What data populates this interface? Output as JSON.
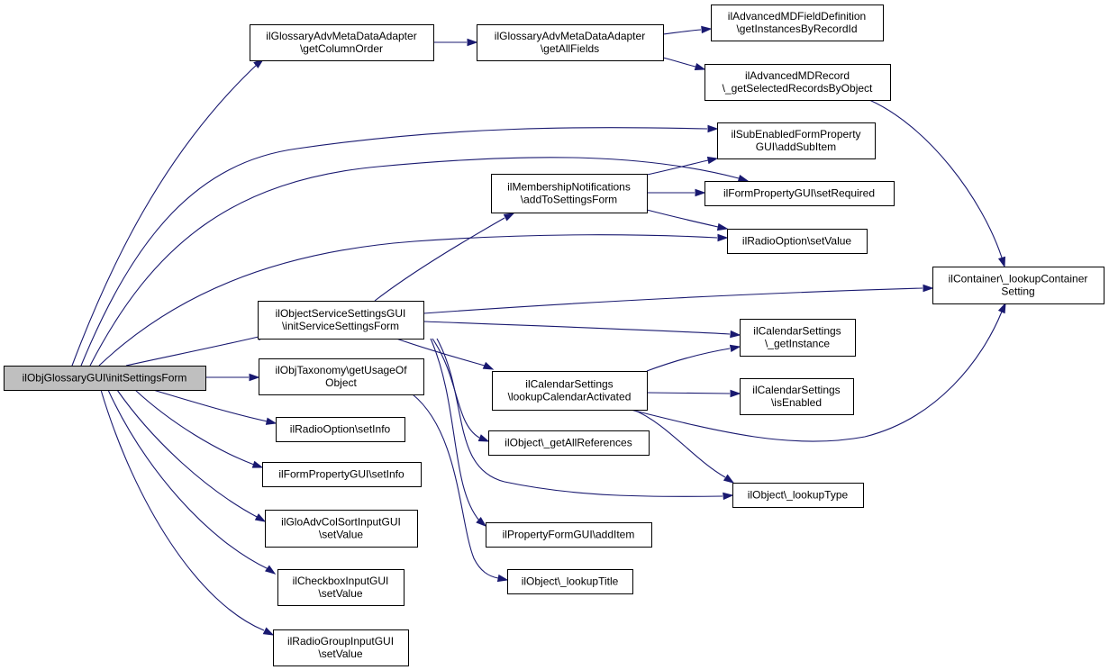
{
  "diagram": {
    "type": "call-graph",
    "nodes": [
      {
        "id": "root",
        "lines": [
          "ilObjGlossaryGUI\\initSettingsForm"
        ],
        "highlighted": true
      },
      {
        "id": "getColumnOrder",
        "lines": [
          "ilGlossaryAdvMetaDataAdapter",
          "\\getColumnOrder"
        ]
      },
      {
        "id": "getAllFields",
        "lines": [
          "ilGlossaryAdvMetaDataAdapter",
          "\\getAllFields"
        ]
      },
      {
        "id": "getInstancesByRecordId",
        "lines": [
          "ilAdvancedMDFieldDefinition",
          "\\getInstancesByRecordId"
        ]
      },
      {
        "id": "getSelectedRecordsByObject",
        "lines": [
          "ilAdvancedMDRecord",
          "\\_getSelectedRecordsByObject"
        ]
      },
      {
        "id": "addSubItem",
        "lines": [
          "ilSubEnabledFormProperty",
          "GUI\\addSubItem"
        ]
      },
      {
        "id": "addToSettingsForm",
        "lines": [
          "ilMembershipNotifications",
          "\\addToSettingsForm"
        ]
      },
      {
        "id": "setRequired",
        "lines": [
          "ilFormPropertyGUI\\setRequired"
        ]
      },
      {
        "id": "radioSetValue",
        "lines": [
          "ilRadioOption\\setValue"
        ]
      },
      {
        "id": "lookupContainerSetting",
        "lines": [
          "ilContainer\\_lookupContainer",
          "Setting"
        ]
      },
      {
        "id": "initServiceSettingsForm",
        "lines": [
          "ilObjectServiceSettingsGUI",
          "\\initServiceSettingsForm"
        ]
      },
      {
        "id": "calGetInstance",
        "lines": [
          "ilCalendarSettings",
          "\\_getInstance"
        ]
      },
      {
        "id": "getUsageOfObject",
        "lines": [
          "ilObjTaxonomy\\getUsageOf",
          "Object"
        ]
      },
      {
        "id": "lookupCalendarActivated",
        "lines": [
          "ilCalendarSettings",
          "\\lookupCalendarActivated"
        ]
      },
      {
        "id": "calIsEnabled",
        "lines": [
          "ilCalendarSettings",
          "\\isEnabled"
        ]
      },
      {
        "id": "radioSetInfo",
        "lines": [
          "ilRadioOption\\setInfo"
        ]
      },
      {
        "id": "getAllReferences",
        "lines": [
          "ilObject\\_getAllReferences"
        ]
      },
      {
        "id": "formSetInfo",
        "lines": [
          "ilFormPropertyGUI\\setInfo"
        ]
      },
      {
        "id": "lookupType",
        "lines": [
          "ilObject\\_lookupType"
        ]
      },
      {
        "id": "colSortSetValue",
        "lines": [
          "ilGloAdvColSortInputGUI",
          "\\setValue"
        ]
      },
      {
        "id": "addItem",
        "lines": [
          "ilPropertyFormGUI\\addItem"
        ]
      },
      {
        "id": "lookupTitle",
        "lines": [
          "ilObject\\_lookupTitle"
        ]
      },
      {
        "id": "checkboxSetValue",
        "lines": [
          "ilCheckboxInputGUI",
          "\\setValue"
        ]
      },
      {
        "id": "radioGroupSetValue",
        "lines": [
          "ilRadioGroupInputGUI",
          "\\setValue"
        ]
      }
    ],
    "edges": [
      {
        "from": "root",
        "to": "getColumnOrder"
      },
      {
        "from": "root",
        "to": "addSubItem"
      },
      {
        "from": "root",
        "to": "setRequired"
      },
      {
        "from": "root",
        "to": "radioSetValue"
      },
      {
        "from": "root",
        "to": "initServiceSettingsForm"
      },
      {
        "from": "root",
        "to": "getUsageOfObject"
      },
      {
        "from": "root",
        "to": "radioSetInfo"
      },
      {
        "from": "root",
        "to": "formSetInfo"
      },
      {
        "from": "root",
        "to": "colSortSetValue"
      },
      {
        "from": "root",
        "to": "checkboxSetValue"
      },
      {
        "from": "root",
        "to": "radioGroupSetValue"
      },
      {
        "from": "getColumnOrder",
        "to": "getAllFields"
      },
      {
        "from": "getAllFields",
        "to": "getInstancesByRecordId"
      },
      {
        "from": "getAllFields",
        "to": "getSelectedRecordsByObject"
      },
      {
        "from": "getSelectedRecordsByObject",
        "to": "lookupContainerSetting"
      },
      {
        "from": "addToSettingsForm",
        "to": "addSubItem"
      },
      {
        "from": "addToSettingsForm",
        "to": "setRequired"
      },
      {
        "from": "addToSettingsForm",
        "to": "radioSetValue"
      },
      {
        "from": "initServiceSettingsForm",
        "to": "addToSettingsForm"
      },
      {
        "from": "initServiceSettingsForm",
        "to": "lookupContainerSetting"
      },
      {
        "from": "initServiceSettingsForm",
        "to": "calGetInstance"
      },
      {
        "from": "initServiceSettingsForm",
        "to": "lookupCalendarActivated"
      },
      {
        "from": "initServiceSettingsForm",
        "to": "getAllReferences"
      },
      {
        "from": "initServiceSettingsForm",
        "to": "lookupType"
      },
      {
        "from": "initServiceSettingsForm",
        "to": "addItem"
      },
      {
        "from": "getUsageOfObject",
        "to": "lookupTitle"
      },
      {
        "from": "lookupCalendarActivated",
        "to": "calGetInstance"
      },
      {
        "from": "lookupCalendarActivated",
        "to": "calIsEnabled"
      },
      {
        "from": "lookupCalendarActivated",
        "to": "lookupContainerSetting"
      },
      {
        "from": "lookupCalendarActivated",
        "to": "lookupType"
      }
    ]
  },
  "colors": {
    "edge": "#191970",
    "node_border": "#000000",
    "node_fill": "#ffffff",
    "root_fill": "#bfbfbf"
  }
}
